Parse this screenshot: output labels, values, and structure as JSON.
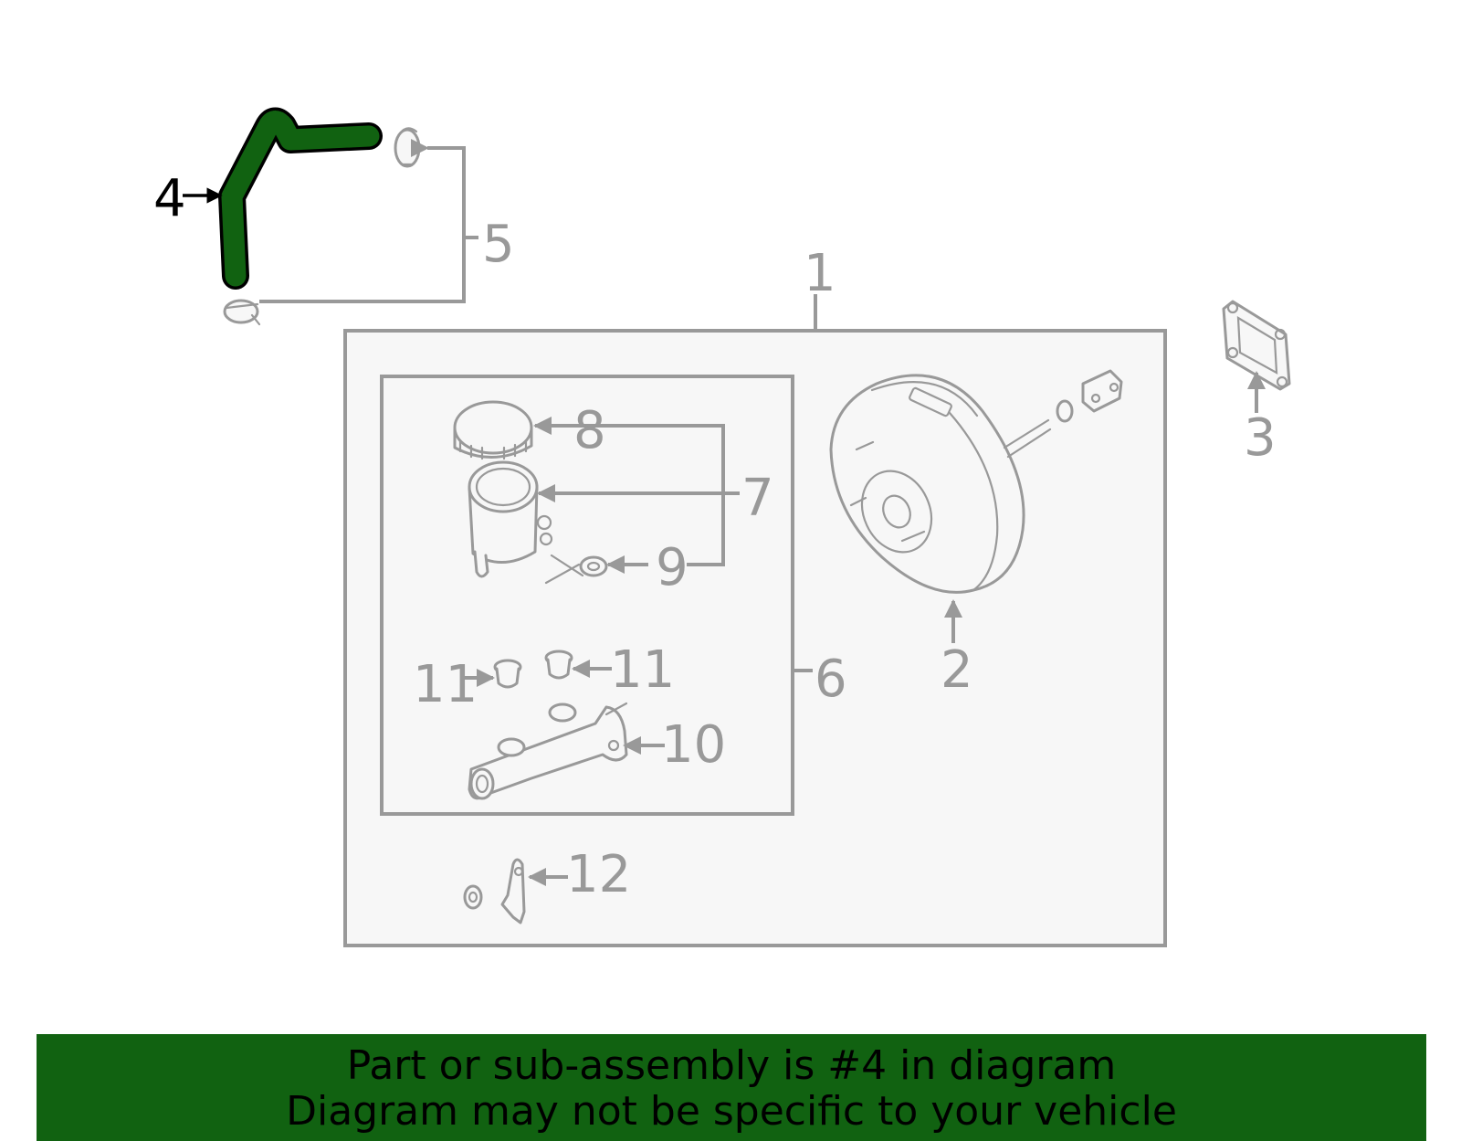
{
  "callouts": {
    "c1": "1",
    "c2": "2",
    "c3": "3",
    "c4": "4",
    "c5": "5",
    "c6": "6",
    "c7": "7",
    "c8": "8",
    "c9": "9",
    "c10": "10",
    "c11a": "11",
    "c11b": "11",
    "c12": "12"
  },
  "highlight_part": "4",
  "colors": {
    "highlight": "#116211",
    "line": "#999999",
    "panel": "#f7f7f7",
    "banner_bg": "#116211"
  },
  "banner": {
    "line1": "Part or sub-assembly is #4 in diagram",
    "line2": "Diagram may not be specific to your vehicle"
  }
}
